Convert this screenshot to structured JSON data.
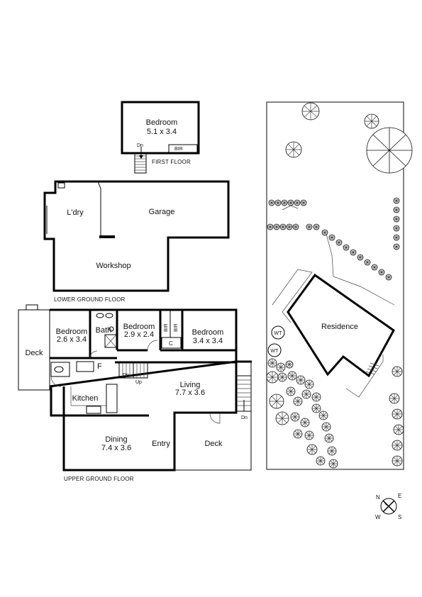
{
  "floors": {
    "first": "FIRST FLOOR",
    "lower": "LOWER GROUND FLOOR",
    "upper": "UPPER GROUND FLOOR"
  },
  "rooms": {
    "bedroom_first": {
      "name": "Bedroom",
      "size": "5.1 x 3.4"
    },
    "bir_first": "BIR",
    "dn_first": "Dn",
    "laundry": "L'dry",
    "garage": "Garage",
    "workshop": "Workshop",
    "deck_left": "Deck",
    "bedroom_a": {
      "name": "Bedroom",
      "size": "2.6 x 3.4"
    },
    "bath": "Bath",
    "bedroom_b": {
      "name": "Bedroom",
      "size": "2.9 x 2.4"
    },
    "bir_a": "BIR",
    "bir_b": "BIR",
    "cupboard": "C",
    "bedroom_c": {
      "name": "Bedroom",
      "size": "3.4 x 3.4"
    },
    "fridge": "F",
    "dn_upper": "Dn",
    "up_upper": "Up",
    "living": {
      "name": "Living",
      "size": "7.7 x 3.6"
    },
    "kitchen": "Kitchen",
    "dn_right": "Dn",
    "dining": {
      "name": "Dining",
      "size": "7.4 x 3.6"
    },
    "entry": "Entry",
    "deck_right": "Deck"
  },
  "site": {
    "residence": "Residence",
    "water_tank_1": "WT",
    "water_tank_2": "WT"
  },
  "compass": {
    "n": "N",
    "e": "E",
    "w": "W",
    "s": "S"
  }
}
